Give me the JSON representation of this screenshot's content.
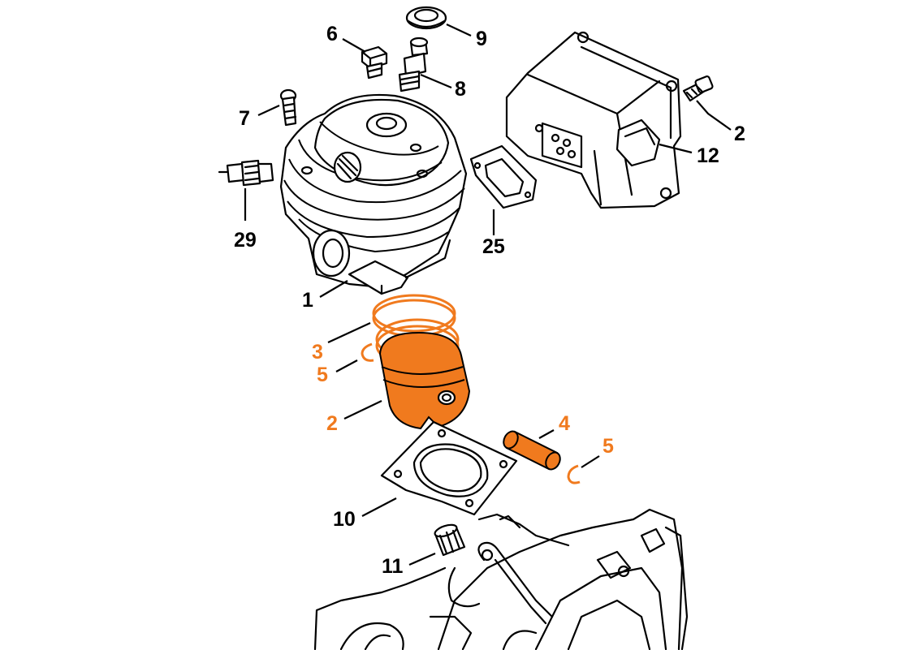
{
  "colors": {
    "highlight": "#f07a1e",
    "line": "#000000",
    "background": "#ffffff"
  },
  "callouts": [
    {
      "id": "cylinder",
      "number": "1",
      "highlighted": false
    },
    {
      "id": "piston",
      "number": "2",
      "highlighted": true
    },
    {
      "id": "muffler-screw",
      "number": "2",
      "highlighted": false
    },
    {
      "id": "piston-rings",
      "number": "3",
      "highlighted": true
    },
    {
      "id": "piston-pin",
      "number": "4",
      "highlighted": true
    },
    {
      "id": "snap-ring-left",
      "number": "5",
      "highlighted": true
    },
    {
      "id": "snap-ring-right",
      "number": "5",
      "highlighted": true
    },
    {
      "id": "plug",
      "number": "6",
      "highlighted": false
    },
    {
      "id": "cylinder-screw",
      "number": "7",
      "highlighted": false
    },
    {
      "id": "decompression-valve",
      "number": "8",
      "highlighted": false
    },
    {
      "id": "cap",
      "number": "9",
      "highlighted": false
    },
    {
      "id": "cylinder-gasket",
      "number": "10",
      "highlighted": false
    },
    {
      "id": "needle-cage",
      "number": "11",
      "highlighted": false
    },
    {
      "id": "muffler",
      "number": "12",
      "highlighted": false
    },
    {
      "id": "muffler-gasket",
      "number": "25",
      "highlighted": false
    },
    {
      "id": "spark-plug",
      "number": "29",
      "highlighted": false
    }
  ]
}
